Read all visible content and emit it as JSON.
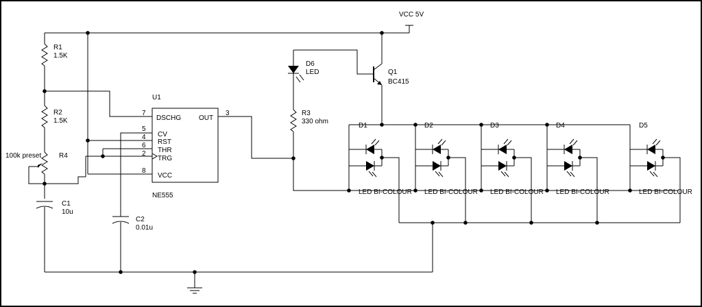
{
  "supply": {
    "label": "VCC 5V"
  },
  "r1": {
    "ref": "R1",
    "value": "1.5K"
  },
  "r2": {
    "ref": "R2",
    "value": "1.5K"
  },
  "r3": {
    "ref": "R3",
    "value": "330 ohm"
  },
  "r4": {
    "ref": "R4",
    "value": "100k preset"
  },
  "c1": {
    "ref": "C1",
    "value": "10u"
  },
  "c2": {
    "ref": "C2",
    "value": "0.01u"
  },
  "d6": {
    "ref": "D6",
    "value": "LED"
  },
  "q1": {
    "ref": "Q1",
    "value": "BC415"
  },
  "u1": {
    "ref": "U1",
    "part": "NE555",
    "pins": [
      {
        "num": "7",
        "name": "DSCHG"
      },
      {
        "num": "5",
        "name": "CV"
      },
      {
        "num": "4",
        "name": "RST"
      },
      {
        "num": "6",
        "name": "THR"
      },
      {
        "num": "2",
        "name": "TRG"
      },
      {
        "num": "8",
        "name": "VCC"
      }
    ],
    "out_pin": {
      "num": "3",
      "name": "OUT"
    }
  },
  "leds": [
    {
      "ref": "D1",
      "type": "LED BI-COLOUR"
    },
    {
      "ref": "D2",
      "type": "LED BI-COLOUR"
    },
    {
      "ref": "D3",
      "type": "LED BI-COLOUR"
    },
    {
      "ref": "D4",
      "type": "LED BI-COLOUR"
    },
    {
      "ref": "D5",
      "type": "LED BI-COLOUR"
    }
  ]
}
